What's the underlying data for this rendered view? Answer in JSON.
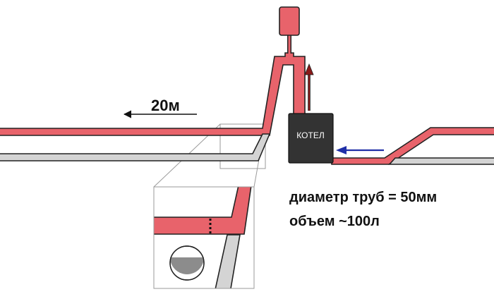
{
  "labels": {
    "distance": "20м",
    "boiler": "КОТЕЛ",
    "spec_line1": "диаметр труб = 50мм",
    "spec_line2": "объем ~100л"
  },
  "colors": {
    "supply_fill": "#e8636b",
    "return_fill": "#d4d4d4",
    "outline": "#222222",
    "boiler": "#333333",
    "expansion_tank": "#e8636b",
    "flow_up_arrow": "#8b1a1a",
    "flow_in_arrow": "#1f2fa8",
    "cross_section_water": "#8c8c8c",
    "callout_line": "#9a9a9a"
  }
}
